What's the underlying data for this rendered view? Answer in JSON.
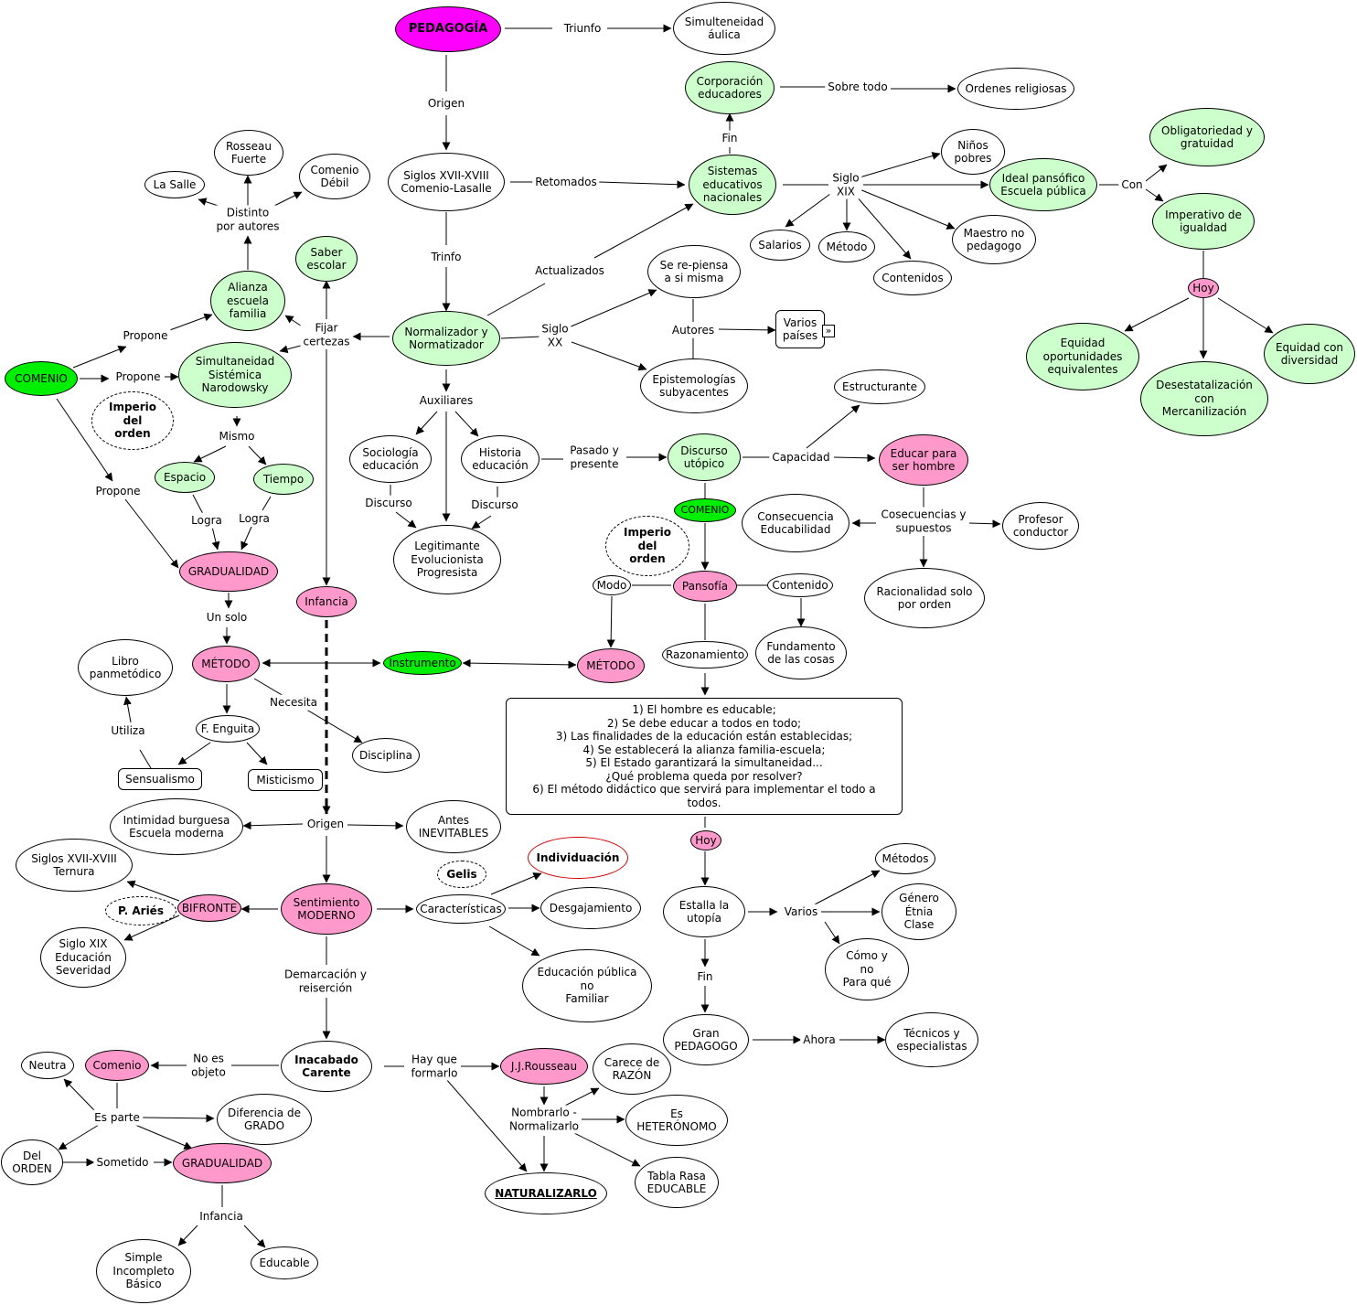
{
  "colors": {
    "green": "#ccffcc",
    "brightGreen": "#00ee00",
    "magenta": "#ff00ff",
    "pink": "#ff99cc",
    "white": "#ffffff"
  },
  "nodes": {
    "pedagogia": "PEDAGOGÍA",
    "simulteneidad": "Simulteneidad\náulica",
    "corporacion": "Corporación\neducadores",
    "ordenes": "Ordenes religiosas",
    "siglos_xvii": "Siglos XVII-XVIII\nComenio-Lasalle",
    "sistemas": "Sistemas\neducativos\nnacionales",
    "ninos": "Niños\npobres",
    "ideal": "Ideal pansófico\nEscuela pública",
    "obligatoriedad": "Obligatoriedad y\ngratuidad",
    "imperativo": "Imperativo de\nigualdad",
    "hoy1": "Hoy",
    "equidad_op": "Equidad\noportunidades\nequivalentes",
    "desestatal": "Desestatalización\ncon\nMercanilización",
    "equidad_div": "Equidad con\ndiversidad",
    "salarios": "Salarios",
    "metodo_s": "Método",
    "contenidos": "Contenidos",
    "maestro": "Maestro no\npedagogo",
    "rosseau": "Rosseau\nFuerte",
    "comenio_debil": "Comenio\nDébil",
    "lasalle": "La Salle",
    "alianza": "Alianza\nescuela\nfamilia",
    "saber": "Saber\nescolar",
    "normalizador": "Normalizador y\nNormatizador",
    "se_repiensa": "Se re-piensa\na si misma",
    "varios_paises": "Varios\npaíses",
    "epistemologias": "Epistemologías\nsubyacentes",
    "comenio1": "COMENIO",
    "simultaneidad": "Simultaneidad\nSistémica\nNarodowsky",
    "imperio1": "Imperio\ndel\norden",
    "espacio": "Espacio",
    "tiempo": "Tiempo",
    "gradualidad1": "GRADUALIDAD",
    "sociologia": "Sociología\neducación",
    "historia": "Historia\neducación",
    "legitimante": "Legitimante\nEvolucionista\nProgresista",
    "discurso_u": "Discurso\nutópico",
    "estructurante": "Estructurante",
    "educar": "Educar para\nser hombre",
    "comenio2": "COMENIO",
    "consecuencia": "Consecuencia\nEducabilidad",
    "profesor": "Profesor\nconductor",
    "racionalidad": "Racionalidad solo\npor orden",
    "imperio2": "Imperio\ndel\norden",
    "modo": "Modo",
    "pansofia": "Pansofía",
    "contenido": "Contenido",
    "fundamento": "Fundamento\nde las cosas",
    "razonamiento": "Razonamiento",
    "metodo2": "MÉTODO",
    "infancia1": "Infancia",
    "metodo1": "MÉTODO",
    "instrumento": "Instrumento",
    "libro": "Libro\npanmetódico",
    "enguita": "F. Enguita",
    "sensualismo": "Sensualismo",
    "misticismo": "Misticismo",
    "disciplina": "Disciplina",
    "list": "1) El hombre es educable;\n2) Se debe educar a todos en todo;\n3) Las finalidades de la educación están establecidas;\n4) Se establecerá la alianza familia-escuela;\n5) El Estado garantizará la simultaneidad...\n¿Qué problema queda por resolver?\n6) El método didáctico que servirá para implementar el todo a todos.",
    "intimidad": "Intimidad burguesa\nEscuela moderna",
    "antes": "Antes\nINEVITABLES",
    "siglos_ternura": "Siglos XVII-XVIII\nTernura",
    "bifronte": "BIFRONTE",
    "aries": "P. Ariés",
    "siglo_xix_ed": "Siglo XIX\nEducación\nSeveridad",
    "sentimiento": "Sentimiento\nMODERNO",
    "gelis": "Gelis",
    "individuacion": "Individuación",
    "caracteristicas": "Características",
    "desgajamiento": "Desgajamiento",
    "ed_publica": "Educación pública\nno\nFamiliar",
    "hoy2": "Hoy",
    "estalla": "Estalla la\nutopía",
    "metodos": "Métodos",
    "genero": "Género\nÉtnia\nClase",
    "como": "Cómo y\nno\nPara qué",
    "gran": "Gran\nPEDAGOGO",
    "tecnicos": "Técnicos y\nespecialistas",
    "inacabado": "Inacabado\nCarente",
    "neutra": "Neutra",
    "comenio3": "Comenio",
    "diferencia": "Diferencia de\nGRADO",
    "del_orden": "Del\nORDEN",
    "gradualidad2": "GRADUALIDAD",
    "simple": "Simple\nIncompleto\nBásico",
    "educable": "Educable",
    "rousseau": "J.J.Rousseau",
    "carece": "Carece de\nRAZÓN",
    "heteronomo": "Es\nHETERÓNOMO",
    "tabla": "Tabla Rasa\nEDUCABLE",
    "naturalizarlo": "NATURALIZARLO"
  },
  "labels": {
    "triunfo": "Triunfo",
    "origen1": "Origen",
    "retomados": "Retomados",
    "fin1": "Fin",
    "sobre_todo": "Sobre todo",
    "siglo_xix": "Siglo\nXIX",
    "con": "Con",
    "trinfo": "Trinfo",
    "actualizados": "Actualizados",
    "siglo_xx": "Siglo\nXX",
    "autores": "Autores",
    "distinto": "Distinto\npor autores",
    "fijar": "Fijar\ncertezas",
    "propone1": "Propone",
    "propone2": "Propone",
    "propone3": "Propone",
    "mismo": "Mismo",
    "logra1": "Logra",
    "logra2": "Logra",
    "auxiliares": "Auxiliares",
    "discurso1": "Discurso",
    "discurso2": "Discurso",
    "pasado": "Pasado y\npresente",
    "capacidad": "Capacidad",
    "cosecuencias": "Cosecuencias y\nsupuestos",
    "un_solo": "Un solo",
    "necesita": "Necesita",
    "utiliza": "Utiliza",
    "origen2": "Origen",
    "demarcacion": "Demarcación y\nreiserción",
    "varios": "Varios",
    "fin2": "Fin",
    "ahora": "Ahora",
    "no_es": "No es\nobjeto",
    "es_parte": "Es parte",
    "sometido": "Sometido",
    "infancia2": "Infancia",
    "hay_que": "Hay que\nformarlo",
    "nombrarlo": "Nombrarlo -\nNormalizarlo",
    "tag": "»"
  }
}
